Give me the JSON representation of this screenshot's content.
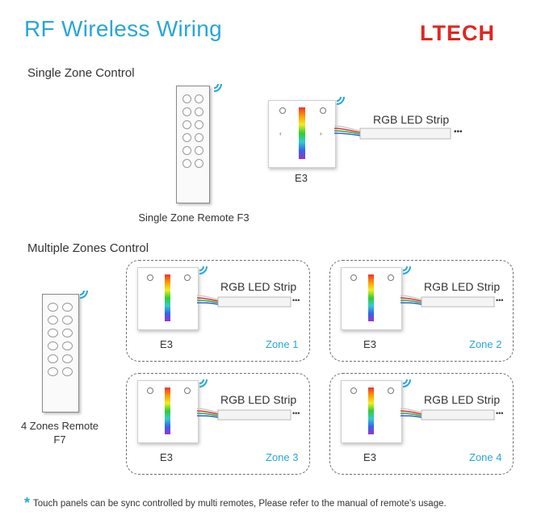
{
  "header": {
    "title": "RF Wireless Wiring",
    "logo": "LTECH"
  },
  "single": {
    "heading": "Single Zone Control",
    "remote_caption": "Single Zone Remote F3",
    "panel_label": "E3",
    "strip_label": "RGB LED Strip",
    "dots": "•••"
  },
  "multi": {
    "heading": "Multiple Zones Control",
    "remote_caption_line1": "4 Zones Remote",
    "remote_caption_line2": "F7",
    "zones": [
      {
        "panel_label": "E3",
        "strip_label": "RGB LED Strip",
        "zone_label": "Zone 1",
        "dots": "•••"
      },
      {
        "panel_label": "E3",
        "strip_label": "RGB LED Strip",
        "zone_label": "Zone 2",
        "dots": "•••"
      },
      {
        "panel_label": "E3",
        "strip_label": "RGB LED Strip",
        "zone_label": "Zone 3",
        "dots": "•••"
      },
      {
        "panel_label": "E3",
        "strip_label": "RGB LED Strip",
        "zone_label": "Zone 4",
        "dots": "•••"
      }
    ]
  },
  "footnote": "Touch panels can be sync controlled by multi remotes, Please refer to the manual of remote's usage.",
  "colors": {
    "accent": "#29a6d9",
    "logo": "#e0261f",
    "wire_red": "#e03030",
    "wire_green": "#2aa84a",
    "wire_blue": "#3060d0",
    "wire_white": "#cccccc"
  },
  "icons": [
    "wifi-signal-icon",
    "asterisk-icon"
  ]
}
